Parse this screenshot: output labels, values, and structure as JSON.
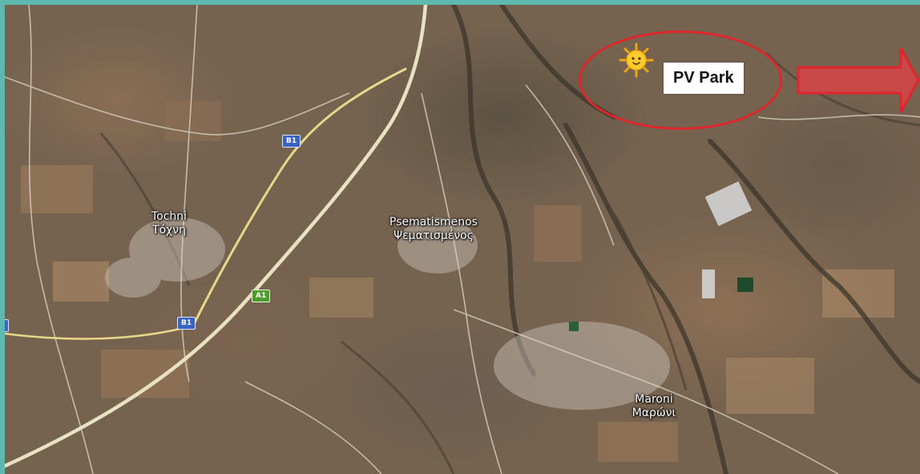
{
  "map": {
    "places": [
      {
        "id": "tochni",
        "name": "Tochni",
        "local_name": "Τόχνη"
      },
      {
        "id": "psematismenos",
        "name": "Psematismenos",
        "local_name": "Ψεματισμένος"
      },
      {
        "id": "maroni",
        "name": "Maroni",
        "local_name": "Μαρώνι"
      }
    ],
    "road_shields": {
      "b1_top": "B1",
      "a1": "A1",
      "b1_bottom": "B1"
    },
    "annotation": {
      "label": "PV Park",
      "sun_icon": "sun-emoji-icon",
      "arrow_icon": "red-arrow-right-icon",
      "highlight_color": "#e0262a"
    }
  }
}
